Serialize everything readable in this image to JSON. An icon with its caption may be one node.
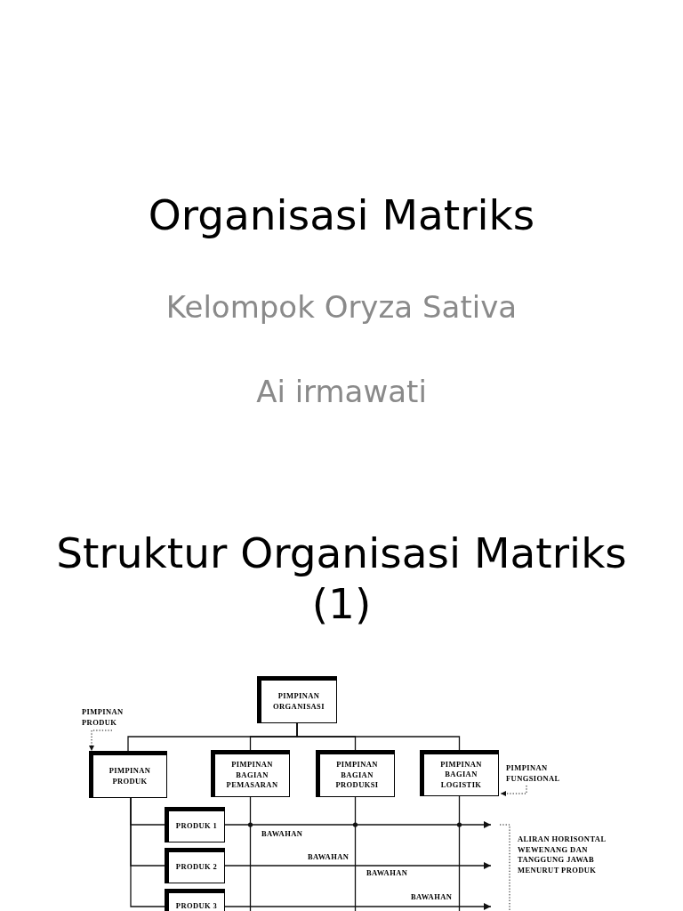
{
  "diagram": {
    "title": "Organisasi Matriks",
    "nodes": [
      {
        "text": [
          "PIMPINAN ORGANISASI"
        ]
      },
      {
        "text": [
          "PIMPINAN PRODUK"
        ]
      },
      {
        "text": [
          "PIMPINAN PRODUK"
        ]
      },
      {
        "text": [
          "PIMPINAN BAGIAN PEMASARAN"
        ]
      },
      {
        "text": [
          "PIMPINAN BAGIAN PRODUKSI"
        ]
      },
      {
        "text": [
          "PIMPINAN BAGIAN LOGISTIK"
        ]
      },
      {
        "text": [
          "PIMPINAN FUNGSIONAL"
        ]
      },
      {
        "text": [
          "PRODUK 1"
        ]
      },
      {
        "text": [
          "PRODUK 2"
        ]
      },
      {
        "text": [
          "PRODUK 3"
        ]
      }
    ],
    "edges": [
      {
        "from": 0,
        "to": 2,
        "arrow": "none"
      },
      {
        "from": 0,
        "to": 3,
        "arrow": "none"
      },
      {
        "from": 0,
        "to": 4,
        "arrow": "none"
      },
      {
        "from": 0,
        "to": 5,
        "arrow": "none"
      },
      {
        "from": 1,
        "to": 2,
        "arrow": "to",
        "style": "dashed"
      },
      {
        "from": 6,
        "to": 5,
        "arrow": "to",
        "style": "dashed"
      },
      {
        "from": 2,
        "to": 7,
        "arrow": "none"
      },
      {
        "from": 2,
        "to": 8,
        "arrow": "none"
      },
      {
        "from": 2,
        "to": 9,
        "arrow": "none"
      },
      {
        "from": 7,
        "to": null,
        "arrow": "to"
      },
      {
        "from": 8,
        "to": null,
        "arrow": "to"
      },
      {
        "from": 9,
        "to": null,
        "arrow": "to"
      },
      {
        "from": 3,
        "to": null,
        "arrow": "none"
      },
      {
        "from": 4,
        "to": null,
        "arrow": "none"
      },
      {
        "from": 5,
        "to": null,
        "arrow": "none"
      }
    ],
    "labels": [
      "Kelompok Oryza Sativa",
      "Ai irmawati",
      "Struktur Organisasi Matriks (1)",
      "BAWAHAN",
      "ALIRAN HORISONTAL WEWENANG DAN TANGGUNG JAWAB MENURUT PRODUK",
      "BAWAHAN",
      "BAWAHAN",
      "BAWAHAN"
    ]
  }
}
